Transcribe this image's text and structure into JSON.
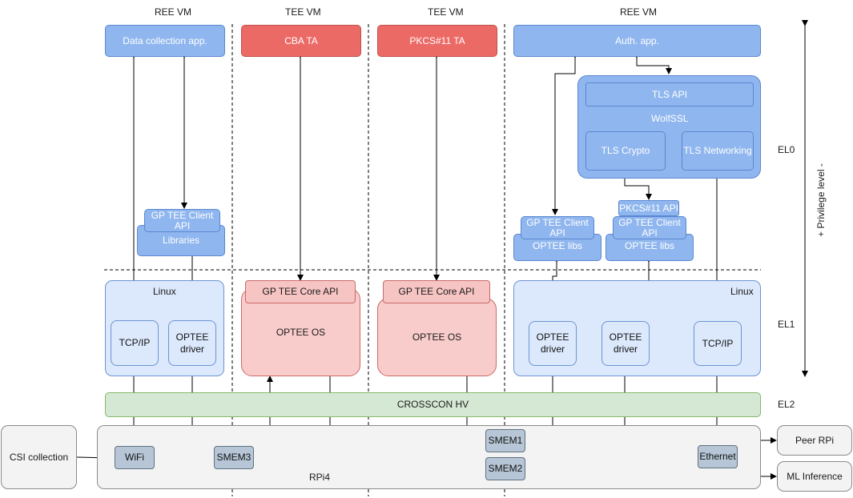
{
  "columns": {
    "c1": "REE VM",
    "c2": "TEE VM",
    "c3": "TEE VM",
    "c4": "REE VM"
  },
  "levels": {
    "el0": "EL0",
    "el1": "EL1",
    "el2": "EL2",
    "privilege": "+ Privilege level -"
  },
  "apps": {
    "data_collection": "Data collection app.",
    "cba_ta": "CBA TA",
    "pkcs11_ta": "PKCS#11 TA",
    "auth_app": "Auth. app."
  },
  "wolfssl": {
    "title": "WolfSSL",
    "tls_api": "TLS API",
    "tls_crypto": "TLS Crypto",
    "tls_networking": "TLS Networking"
  },
  "libs": {
    "gp_client_1": "GP TEE Client API",
    "libraries": "Libraries",
    "gp_client_2": "GP TEE Client API",
    "optee_libs_1": "OPTEE libs",
    "pkcs11_api": "PKCS#11 API",
    "gp_client_3": "GP TEE Client API",
    "optee_libs_2": "OPTEE libs"
  },
  "el1": {
    "linux_left": "Linux",
    "tcpip_left": "TCP/IP",
    "optee_driver_left": "OPTEE driver",
    "gp_core_1": "GP TEE Core API",
    "optee_os_1": "OPTEE OS",
    "gp_core_2": "GP TEE Core API",
    "optee_os_2": "OPTEE OS",
    "linux_right": "Linux",
    "optee_driver_r1": "OPTEE driver",
    "optee_driver_r2": "OPTEE driver",
    "tcpip_right": "TCP/IP"
  },
  "hv": "CROSSCON HV",
  "hw": {
    "rpi4": "RPi4",
    "wifi": "WiFi",
    "smem3": "SMEM3",
    "smem1": "SMEM1",
    "smem2": "SMEM2",
    "ethernet": "Ethernet"
  },
  "external": {
    "csi": "CSI collection",
    "peer": "Peer RPi",
    "ml": "ML Inference"
  }
}
